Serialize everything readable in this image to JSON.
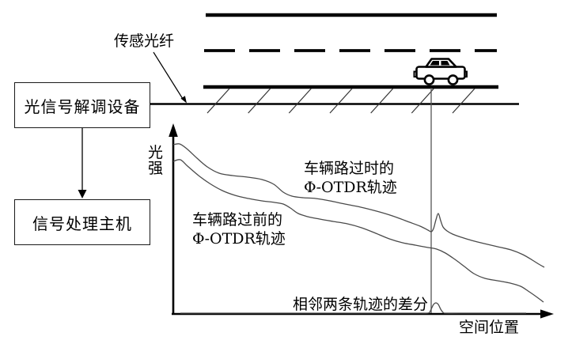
{
  "labels": {
    "sensing_fiber": "传感光纤",
    "demodulator": "光信号解调设备",
    "processor": "信号处理主机",
    "intensity_axis": "光强",
    "position_axis": "空间位置",
    "trace_during": {
      "line1": "车辆路过时的",
      "line2": "Φ-OTDR轨迹"
    },
    "trace_before": {
      "line1": "车辆路过前的",
      "line2": "Φ-OTDR轨迹"
    },
    "difference": "相邻两条轨迹的差分"
  },
  "colors": {
    "ink": "#000000",
    "curve": "#4a4a4a",
    "event_line": "#555555",
    "background": "#ffffff"
  },
  "curves": {
    "during_trace": [
      [
        219,
        183
      ],
      [
        227,
        182
      ],
      [
        236,
        188
      ],
      [
        249,
        200
      ],
      [
        262,
        211
      ],
      [
        277,
        219
      ],
      [
        294,
        222
      ],
      [
        313,
        224
      ],
      [
        331,
        227
      ],
      [
        346,
        233
      ],
      [
        358,
        243
      ],
      [
        369,
        248
      ],
      [
        383,
        250
      ],
      [
        399,
        251
      ],
      [
        417,
        254
      ],
      [
        436,
        258
      ],
      [
        456,
        262
      ],
      [
        476,
        267
      ],
      [
        496,
        273
      ],
      [
        515,
        280
      ],
      [
        531,
        286
      ],
      [
        541,
        291
      ],
      [
        545,
        293
      ],
      [
        548,
        289
      ],
      [
        551,
        278
      ],
      [
        554,
        270
      ],
      [
        557,
        279
      ],
      [
        560,
        287
      ],
      [
        565,
        292
      ],
      [
        572,
        296
      ],
      [
        583,
        300
      ],
      [
        596,
        304
      ],
      [
        612,
        308
      ],
      [
        629,
        312
      ],
      [
        646,
        316
      ],
      [
        661,
        322
      ],
      [
        673,
        329
      ],
      [
        681,
        334
      ],
      [
        688,
        338
      ]
    ],
    "before_trace": [
      [
        219,
        204
      ],
      [
        228,
        202
      ],
      [
        237,
        210
      ],
      [
        251,
        222
      ],
      [
        265,
        232
      ],
      [
        281,
        241
      ],
      [
        297,
        247
      ],
      [
        314,
        251
      ],
      [
        331,
        254
      ],
      [
        347,
        256
      ],
      [
        358,
        258
      ],
      [
        367,
        263
      ],
      [
        377,
        270
      ],
      [
        389,
        274
      ],
      [
        404,
        277
      ],
      [
        421,
        280
      ],
      [
        439,
        283
      ],
      [
        457,
        288
      ],
      [
        475,
        295
      ],
      [
        492,
        302
      ],
      [
        509,
        307
      ],
      [
        525,
        310
      ],
      [
        541,
        313
      ],
      [
        552,
        315
      ],
      [
        563,
        320
      ],
      [
        575,
        328
      ],
      [
        587,
        337
      ],
      [
        599,
        346
      ],
      [
        613,
        352
      ],
      [
        629,
        355
      ],
      [
        645,
        358
      ],
      [
        658,
        362
      ],
      [
        669,
        369
      ],
      [
        679,
        376
      ],
      [
        687,
        382
      ]
    ],
    "difference_trace": [
      [
        228,
        396
      ],
      [
        380,
        396
      ],
      [
        480,
        396
      ],
      [
        530,
        396
      ],
      [
        540,
        396
      ],
      [
        543,
        395
      ],
      [
        545,
        391
      ],
      [
        548,
        385
      ],
      [
        551,
        383
      ],
      [
        554,
        385
      ],
      [
        557,
        391
      ],
      [
        560,
        395
      ],
      [
        563,
        396
      ],
      [
        580,
        396
      ],
      [
        620,
        396
      ],
      [
        665,
        396
      ]
    ]
  }
}
